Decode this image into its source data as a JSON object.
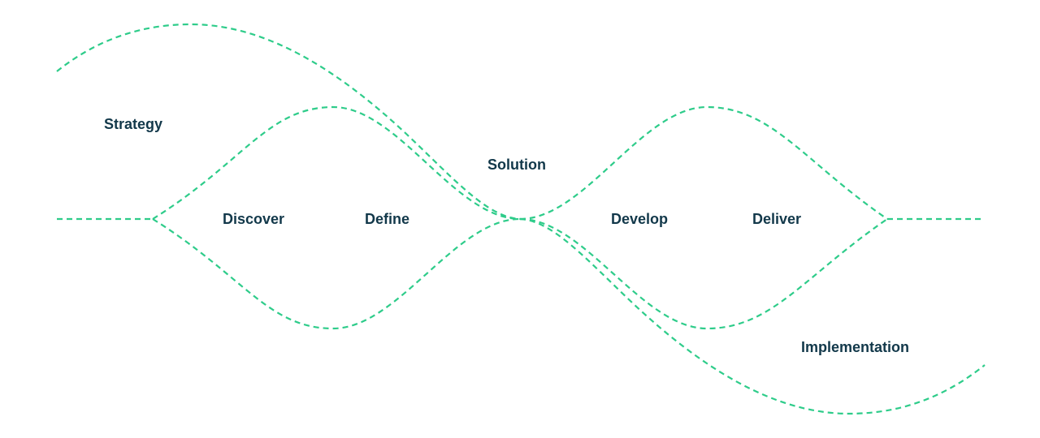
{
  "labels": {
    "strategy": "Strategy",
    "solution": "Solution",
    "discover": "Discover",
    "define": "Define",
    "develop": "Develop",
    "deliver": "Deliver",
    "implementation": "Implementation"
  },
  "colors": {
    "line": "#2ecc8a",
    "text": "#12384a",
    "background": "#ffffff"
  }
}
